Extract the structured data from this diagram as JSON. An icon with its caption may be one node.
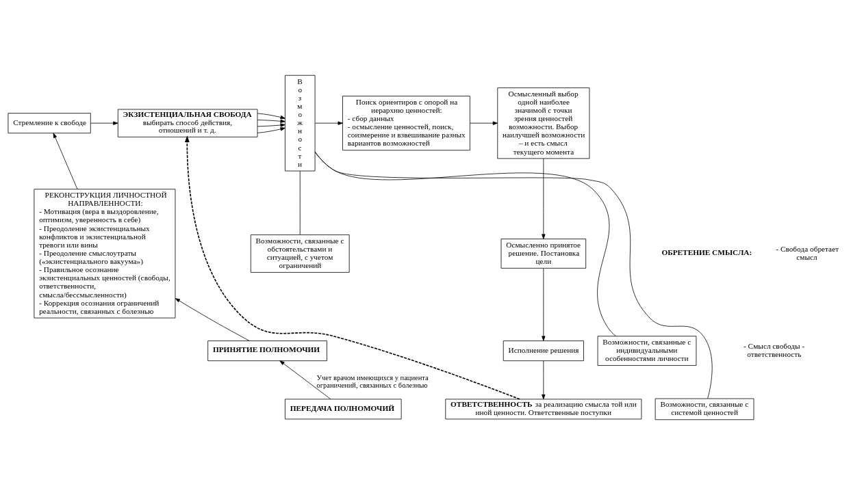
{
  "diagram": {
    "nodes": [
      {
        "text": [
          "Стремление к свободе"
        ]
      },
      {
        "text": [
          "ЭКЗИСТЕНЦИАЛЬНАЯ СВОБОДА",
          "выбирать способ действия, отношений и т. д."
        ]
      },
      {
        "text": [
          "Возможности"
        ]
      },
      {
        "text": [
          "Поиск ориентиров с опорой на иерархию ценностей:",
          "- сбор данных",
          "- осмысление ценностей, поиск, соизмерение и взвешивание разных вариантов возможностей"
        ]
      },
      {
        "text": [
          "Осмысленный выбор одной наиболее значимой с точки зрения ценностей возможности. Выбор наилучшей возможности – и есть смысл текущего момента"
        ]
      },
      {
        "text": [
          "Возможности, связанные с обстоятельствами и ситуацией, с учетом ограничений"
        ]
      },
      {
        "text": [
          "Возможности, связанные с индивидуальными особенностями личности"
        ]
      },
      {
        "text": [
          "Возможности, связанные с системой ценностей"
        ]
      },
      {
        "text": [
          "Осмысленно принятое решение. Постановка цели"
        ]
      },
      {
        "text": [
          "Исполнение решения"
        ]
      },
      {
        "text": [
          "**ОТВЕТСТВЕННОСТЬ** за реализацию смысла той или иной ценности. Ответственные поступки"
        ]
      },
      {
        "text": [
          "РЕКОНСТРУКЦИЯ ЛИЧНОСТНОЙ НАПРАВЛЕННОСТИ:",
          "- Мотивация (вера в выздоровление, оптимизм, уверенность в себе)",
          "- Преодоление экзистенциальных конфликтов и экзистенциальной тревоги или вины",
          "- Преодоление смыслоутраты («экзистенциального вакуума»)",
          "- Правильное осознание экзистенциальных ценностей (свободы, ответственности, смысла/бессмысленности)",
          "- Коррекция осознания ограничений реальности, связанных с болезнью"
        ]
      },
      {
        "text": [
          "ПРИНЯТИЕ ПОЛНОМОЧИИ"
        ]
      },
      {
        "text": [
          "ПЕРЕДАЧА ПОЛНОМОЧИЙ"
        ]
      }
    ],
    "edges": [
      {
        "from": 0,
        "to": 1,
        "arrow": "to"
      },
      {
        "from": 1,
        "to": 2,
        "arrow": "to"
      },
      {
        "from": 1,
        "to": 2,
        "arrow": "to"
      },
      {
        "from": 1,
        "to": 2,
        "arrow": "to"
      },
      {
        "from": 1,
        "to": 2,
        "arrow": "to"
      },
      {
        "from": 2,
        "to": 3,
        "arrow": "to"
      },
      {
        "from": 3,
        "to": 4,
        "arrow": "to"
      },
      {
        "from": 2,
        "to": 5,
        "arrow": "none"
      },
      {
        "from": 2,
        "to": 6,
        "arrow": "none"
      },
      {
        "from": 2,
        "to": 7,
        "arrow": "none"
      },
      {
        "from": 4,
        "to": 8,
        "arrow": "to"
      },
      {
        "from": 8,
        "to": 9,
        "arrow": "to"
      },
      {
        "from": 9,
        "to": 10,
        "arrow": "to"
      },
      {
        "from": 10,
        "to": 1,
        "arrow": "to",
        "style": "dashed"
      },
      {
        "from": 11,
        "to": 0,
        "arrow": "to"
      },
      {
        "from": 12,
        "to": 11,
        "arrow": "to"
      },
      {
        "from": 13,
        "to": 12,
        "arrow": "to",
        "label": "Учет врачом имеющихся у пациента ограничений, связанных с болезнью"
      }
    ],
    "labels": [
      "ОБРЕТЕНИЕ СМЫСЛА:",
      "- Свобода обретает смысл",
      "- Смысл свободы - ответственность"
    ]
  }
}
